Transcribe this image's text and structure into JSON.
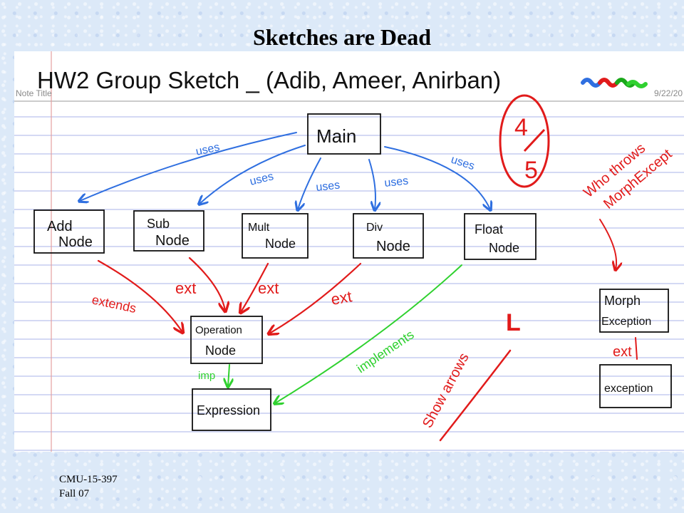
{
  "slide": {
    "title": "Sketches are Dead",
    "footer_line1": "CMU-15-397",
    "footer_line2": "Fall 07"
  },
  "note": {
    "header_label": "Note Title",
    "date": "9/22/20",
    "heading": "HW2 Group Sketch _ (Adib, Ameer, Anirban)"
  },
  "diagram": {
    "nodes": {
      "main": "Main",
      "add": [
        "Add",
        "Node"
      ],
      "sub": [
        "Sub",
        "Node"
      ],
      "mult": [
        "Mult",
        "Node"
      ],
      "div": [
        "Div",
        "Node"
      ],
      "float": [
        "Float",
        "Node"
      ],
      "operation": [
        "Operation",
        "Node"
      ],
      "expression": "Expression",
      "morph": [
        "Morph",
        "Exception"
      ],
      "exception": "exception"
    },
    "edge_labels": {
      "uses": "uses",
      "extends": "extends",
      "ext": "ext",
      "implements": "implements",
      "imp": "imp"
    },
    "annotations": {
      "grade": [
        "4",
        "5"
      ],
      "question": [
        "Who throws",
        "MorphExcept"
      ],
      "hint": "Show arrows",
      "check": "L"
    }
  },
  "colors": {
    "blue": "#2f6fe0",
    "red": "#e11b1b",
    "green": "#2fd12f",
    "ink": "#111111"
  }
}
